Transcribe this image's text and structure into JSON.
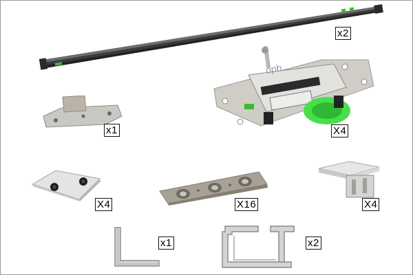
{
  "brand": {
    "logo_text": "opb"
  },
  "parts": [
    {
      "name": "Top track rail",
      "quantity": "x2"
    },
    {
      "name": "Angle mounting bracket",
      "quantity": "x1"
    },
    {
      "name": "Roller carriage",
      "quantity": "X4"
    },
    {
      "name": "Guide plate with screws",
      "quantity": "X4"
    },
    {
      "name": "Slotted connector plate",
      "quantity": "X16"
    },
    {
      "name": "End cap",
      "quantity": "X4"
    },
    {
      "name": "L profile",
      "quantity": "x1"
    },
    {
      "name": "C profile",
      "quantity": "x2"
    }
  ],
  "colors": {
    "rail": "#3b3b3e",
    "metal": "#c9c9c4",
    "accent_green": "#3dbb2c",
    "label_border": "#111111"
  }
}
